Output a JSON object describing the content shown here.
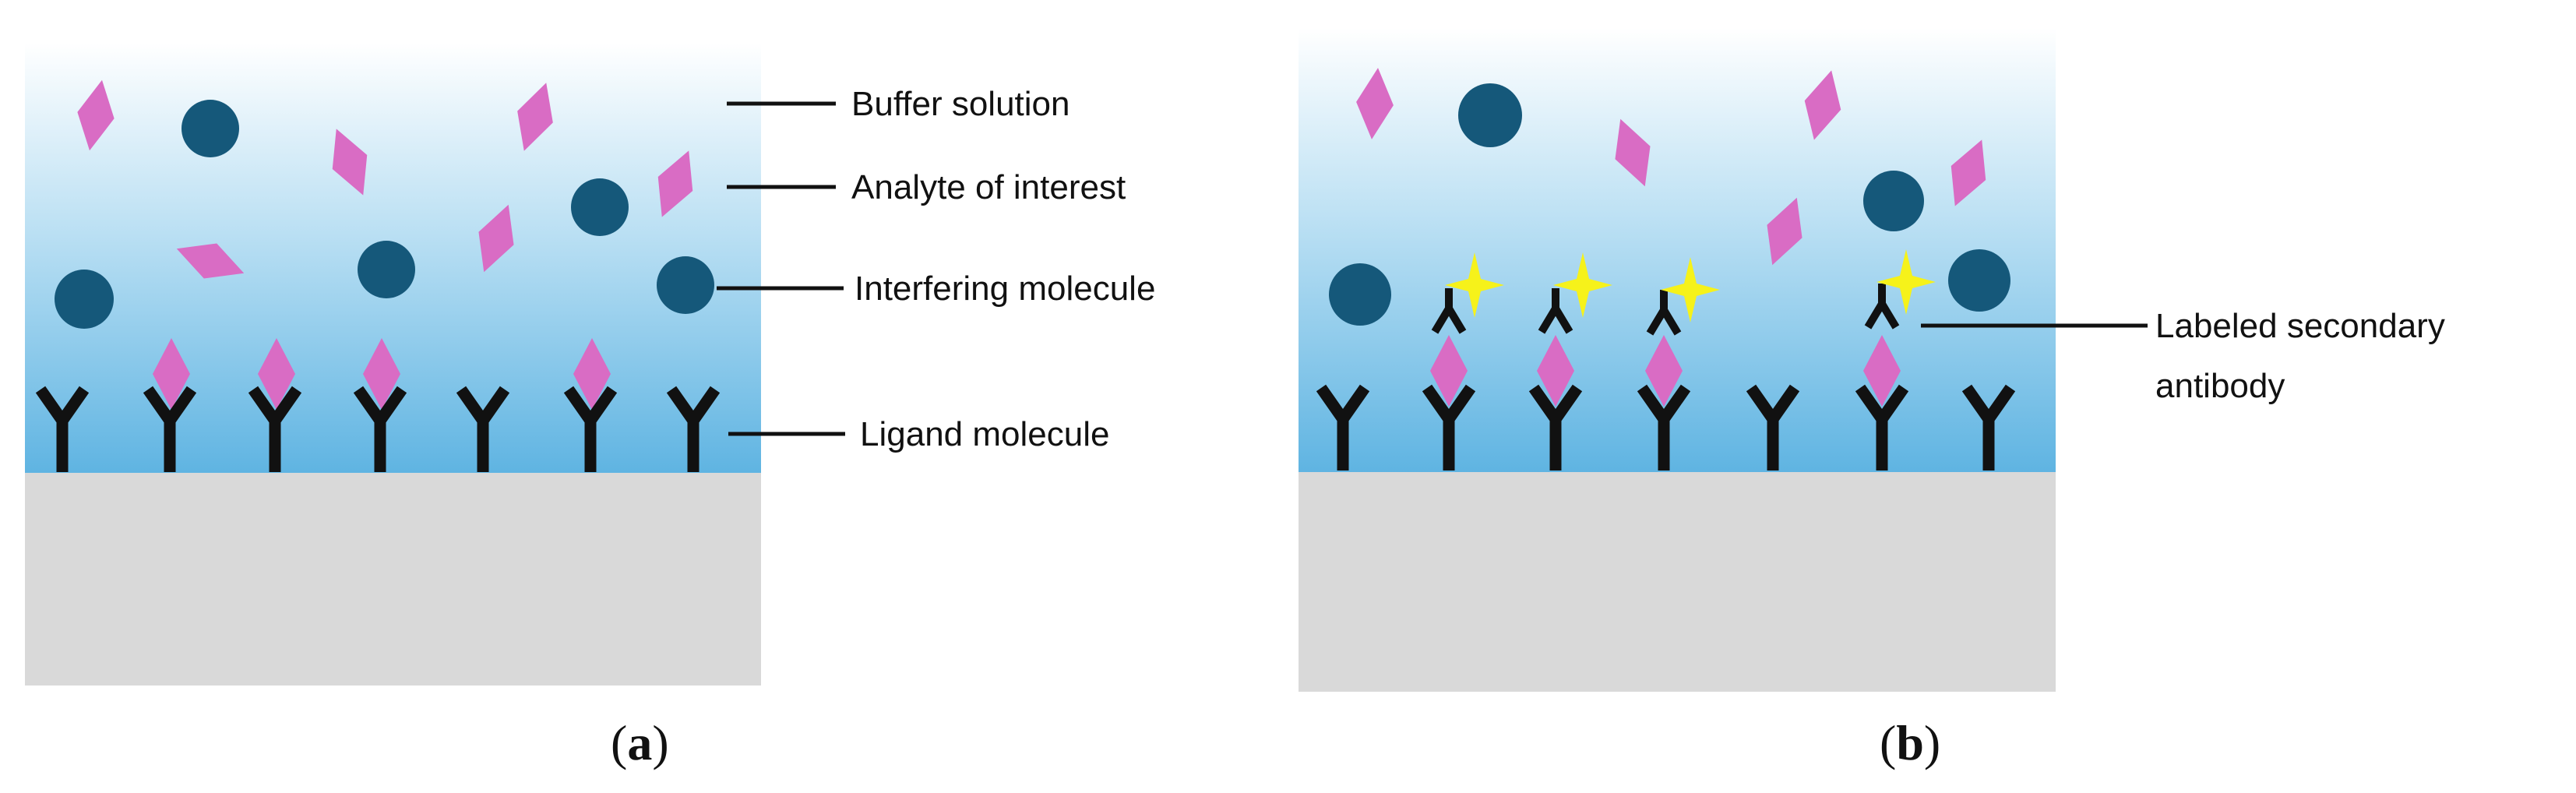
{
  "panel_a": {
    "caption_open": "(",
    "caption_letter": "a",
    "caption_close": ")",
    "labels": {
      "buffer": "Buffer solution",
      "analyte": "Analyte of interest",
      "interfering": "Interfering molecule",
      "ligand": "Ligand molecule"
    }
  },
  "panel_b": {
    "caption_open": "(",
    "caption_letter": "b",
    "caption_close": ")",
    "labels": {
      "secondary_line1": "Labeled secondary",
      "secondary_line2": "antibody"
    }
  },
  "colors": {
    "analyte": "#d96cc4",
    "interfering": "#15587a",
    "ligand": "#111111",
    "label_star": "#f6f21a",
    "substrate": "#d9d9d9",
    "buffer_top": "#ffffff",
    "buffer_bottom": "#61b5e3"
  }
}
